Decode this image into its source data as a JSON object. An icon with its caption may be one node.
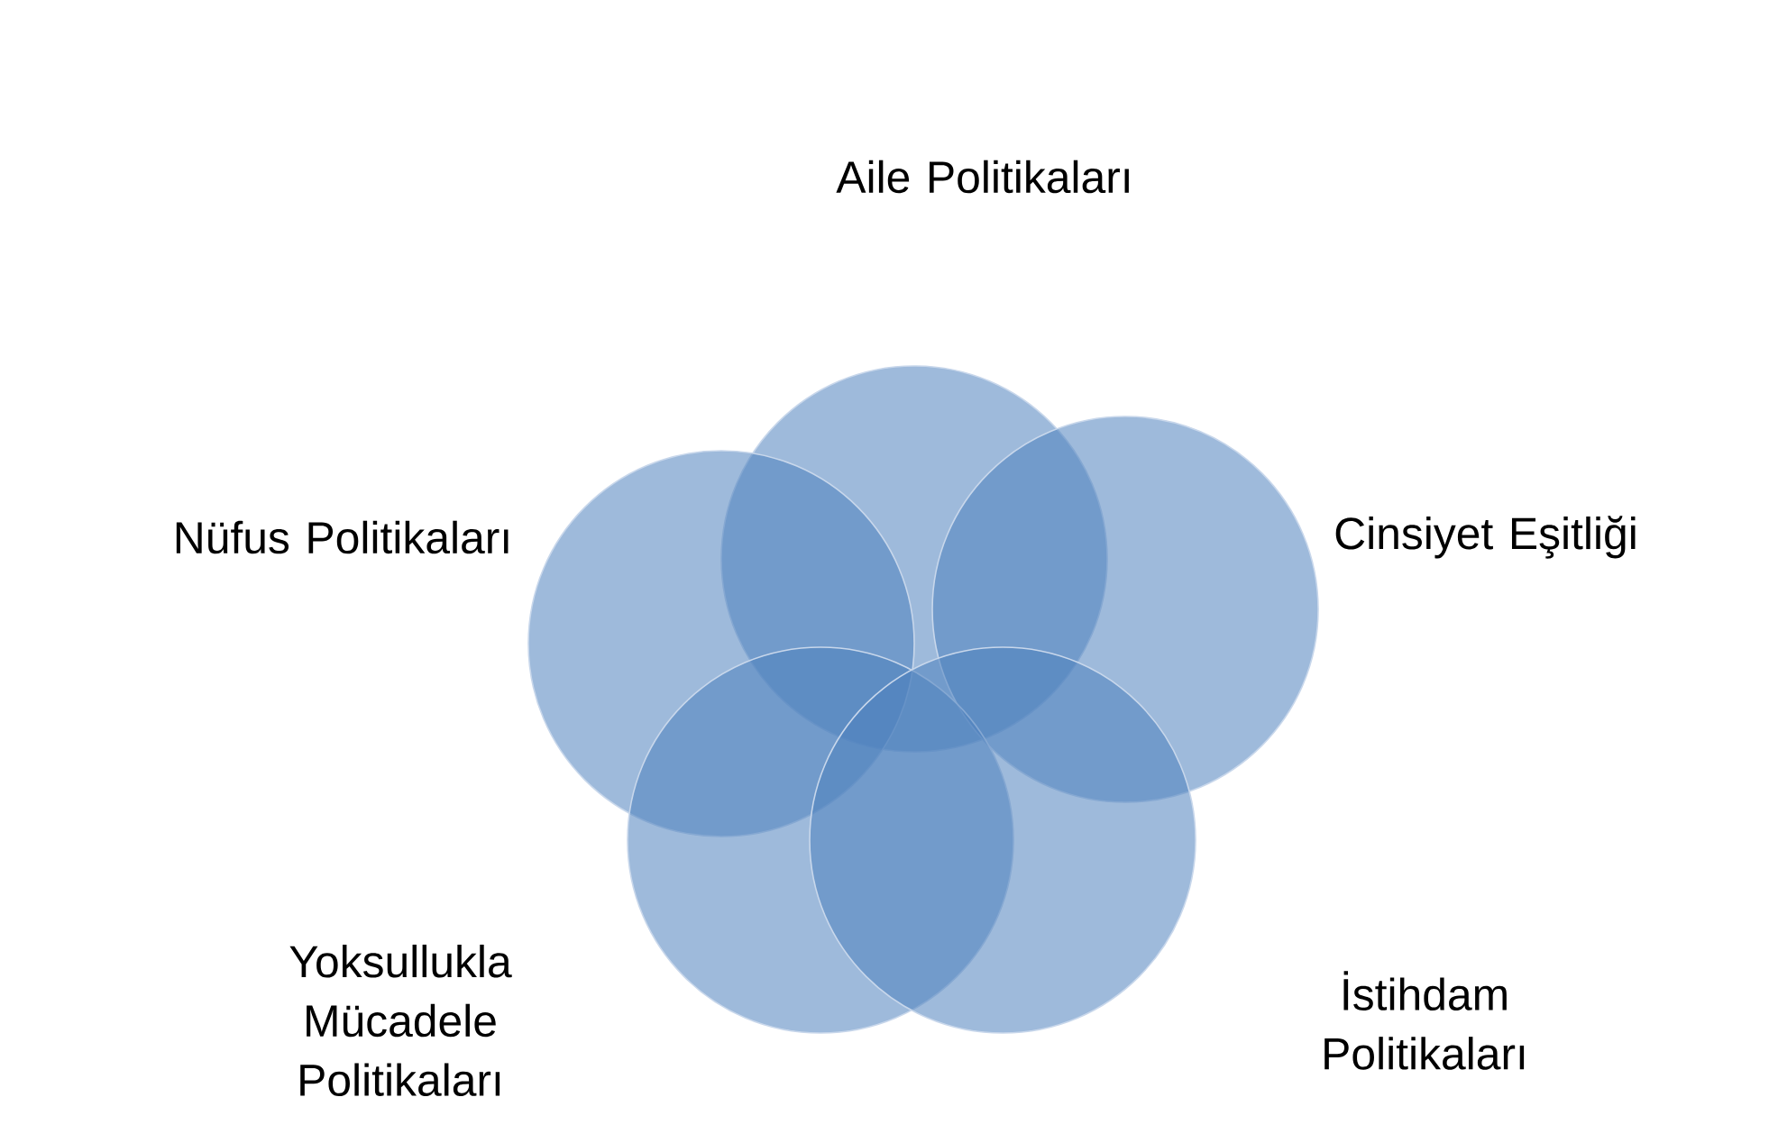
{
  "diagram": {
    "nodes": [
      {
        "text": [
          "Aile Politikaları"
        ]
      },
      {
        "text": [
          "Nüfus Politikaları"
        ]
      },
      {
        "text": [
          "Cinsiyet Eşitliği"
        ]
      },
      {
        "text": [
          "Yoksullukla Mücadele Politikaları"
        ]
      },
      {
        "text": [
          "İstihdam Politikaları"
        ]
      }
    ]
  }
}
